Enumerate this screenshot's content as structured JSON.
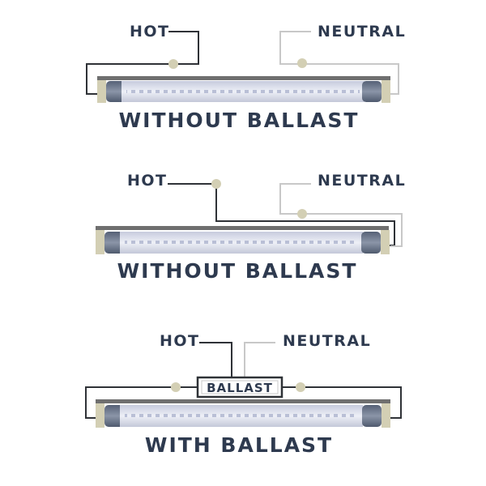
{
  "diagrams": [
    {
      "hot_label": "HOT",
      "neutral_label": "NEUTRAL",
      "caption": "WITHOUT BALLAST"
    },
    {
      "hot_label": "HOT",
      "neutral_label": "NEUTRAL",
      "caption": "WITHOUT BALLAST"
    },
    {
      "hot_label": "HOT",
      "neutral_label": "NEUTRAL",
      "caption": "WITH BALLAST",
      "ballast_label": "BALLAST"
    }
  ],
  "colors": {
    "text": "#2e3a4f",
    "hot_wire": "#2f3237",
    "neutral_wire": "#c8c8c8",
    "node": "#d3cfb4",
    "tube_glass": "#dfe2ee",
    "end_cap": "#6e7a8e",
    "pin": "#d3cfb4",
    "rail": "#6f6f6f"
  }
}
